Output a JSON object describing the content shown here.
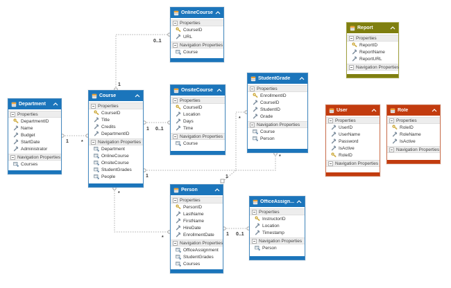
{
  "sections": {
    "properties": "Properties",
    "navigation": "Navigation Properties"
  },
  "colors": {
    "entity_blue": "#1b75bb",
    "entity_red": "#c23b0e",
    "entity_olive": "#7f7f10",
    "section_bg": "#ededed",
    "connector": "#ababab"
  },
  "entities": [
    {
      "name": "OnlineCourse",
      "title": "OnlineCourse",
      "theme": "blue",
      "properties": [
        {
          "label": "CourseID",
          "icon": "key-icon"
        },
        {
          "label": "URL",
          "icon": "wrench-icon"
        }
      ],
      "navigation": [
        {
          "label": "Course"
        }
      ]
    },
    {
      "name": "Report",
      "title": "Report",
      "theme": "olive",
      "properties": [
        {
          "label": "ReportID",
          "icon": "key-icon"
        },
        {
          "label": "ReportName",
          "icon": "wrench-icon"
        },
        {
          "label": "ReportURL",
          "icon": "wrench-icon"
        }
      ],
      "navigation": []
    },
    {
      "name": "Department",
      "title": "Department",
      "theme": "blue",
      "properties": [
        {
          "label": "DepartmentID",
          "icon": "key-icon"
        },
        {
          "label": "Name",
          "icon": "wrench-icon"
        },
        {
          "label": "Budget",
          "icon": "wrench-icon"
        },
        {
          "label": "StartDate",
          "icon": "wrench-icon"
        },
        {
          "label": "Administrator",
          "icon": "wrench-icon"
        }
      ],
      "navigation": [
        {
          "label": "Courses"
        }
      ]
    },
    {
      "name": "Course",
      "title": "Course",
      "theme": "blue",
      "properties": [
        {
          "label": "CourseID",
          "icon": "key-icon"
        },
        {
          "label": "Title",
          "icon": "wrench-icon"
        },
        {
          "label": "Credits",
          "icon": "wrench-icon"
        },
        {
          "label": "DepartmentID",
          "icon": "wrench-icon"
        }
      ],
      "navigation": [
        {
          "label": "Department"
        },
        {
          "label": "OnlineCourse"
        },
        {
          "label": "OnsiteCourse"
        },
        {
          "label": "StudentGrades"
        },
        {
          "label": "People"
        }
      ]
    },
    {
      "name": "OnsiteCourse",
      "title": "OnsiteCourse",
      "theme": "blue",
      "properties": [
        {
          "label": "CourseID",
          "icon": "key-icon"
        },
        {
          "label": "Location",
          "icon": "wrench-icon"
        },
        {
          "label": "Days",
          "icon": "wrench-icon"
        },
        {
          "label": "Time",
          "icon": "wrench-icon"
        }
      ],
      "navigation": [
        {
          "label": "Course"
        }
      ]
    },
    {
      "name": "StudentGrade",
      "title": "StudentGrade",
      "theme": "blue",
      "properties": [
        {
          "label": "EnrollmentID",
          "icon": "key-icon"
        },
        {
          "label": "CourseID",
          "icon": "wrench-icon"
        },
        {
          "label": "StudentID",
          "icon": "wrench-icon"
        },
        {
          "label": "Grade",
          "icon": "wrench-icon"
        }
      ],
      "navigation": [
        {
          "label": "Course"
        },
        {
          "label": "Person"
        }
      ]
    },
    {
      "name": "User",
      "title": "User",
      "theme": "red",
      "properties": [
        {
          "label": "UserID",
          "icon": "wrench-icon"
        },
        {
          "label": "UserName",
          "icon": "wrench-icon"
        },
        {
          "label": "Password",
          "icon": "wrench-icon"
        },
        {
          "label": "IsActive",
          "icon": "wrench-icon"
        },
        {
          "label": "RoleID",
          "icon": "key-icon"
        }
      ],
      "navigation": []
    },
    {
      "name": "Role",
      "title": "Role",
      "theme": "red",
      "properties": [
        {
          "label": "RoleID",
          "icon": "key-icon"
        },
        {
          "label": "RoleName",
          "icon": "wrench-icon"
        },
        {
          "label": "IsActive",
          "icon": "wrench-icon"
        }
      ],
      "navigation": []
    },
    {
      "name": "Person",
      "title": "Person",
      "theme": "blue",
      "properties": [
        {
          "label": "PersonID",
          "icon": "key-icon"
        },
        {
          "label": "LastName",
          "icon": "wrench-icon"
        },
        {
          "label": "FirstName",
          "icon": "wrench-icon"
        },
        {
          "label": "HireDate",
          "icon": "wrench-icon"
        },
        {
          "label": "EnrollmentDate",
          "icon": "wrench-icon"
        }
      ],
      "navigation": [
        {
          "label": "OfficeAssignment"
        },
        {
          "label": "StudentGrades"
        },
        {
          "label": "Courses"
        }
      ]
    },
    {
      "name": "OfficeAssignment",
      "title": "OfficeAssign...",
      "theme": "blue",
      "properties": [
        {
          "label": "InstructorID",
          "icon": "key-icon"
        },
        {
          "label": "Location",
          "icon": "wrench-icon"
        },
        {
          "label": "Timestamp",
          "icon": "wrench-icon"
        }
      ],
      "navigation": [
        {
          "label": "Person"
        }
      ]
    }
  ],
  "relationships": [
    {
      "name": "department-course",
      "from": "Department",
      "to": "Course",
      "from_label": "1",
      "to_label": "*"
    },
    {
      "name": "course-onlinecourse",
      "from": "Course",
      "to": "OnlineCourse",
      "from_label": "1",
      "to_label": "0..1"
    },
    {
      "name": "course-onsitecourse",
      "from": "Course",
      "to": "OnsiteCourse",
      "from_label": "1",
      "to_label": "0..1"
    },
    {
      "name": "course-studentgrade",
      "from": "Course",
      "to": "StudentGrade",
      "from_label": "1",
      "to_label": "*"
    },
    {
      "name": "person-studentgrade",
      "from": "Person",
      "to": "StudentGrade",
      "from_label": "1",
      "to_label": "*"
    },
    {
      "name": "course-person",
      "from": "Course",
      "to": "Person",
      "from_label": "*",
      "to_label": "*"
    },
    {
      "name": "person-officeassignment",
      "from": "Person",
      "to": "OfficeAssignment",
      "from_label": "1",
      "to_label": "0..1"
    }
  ]
}
